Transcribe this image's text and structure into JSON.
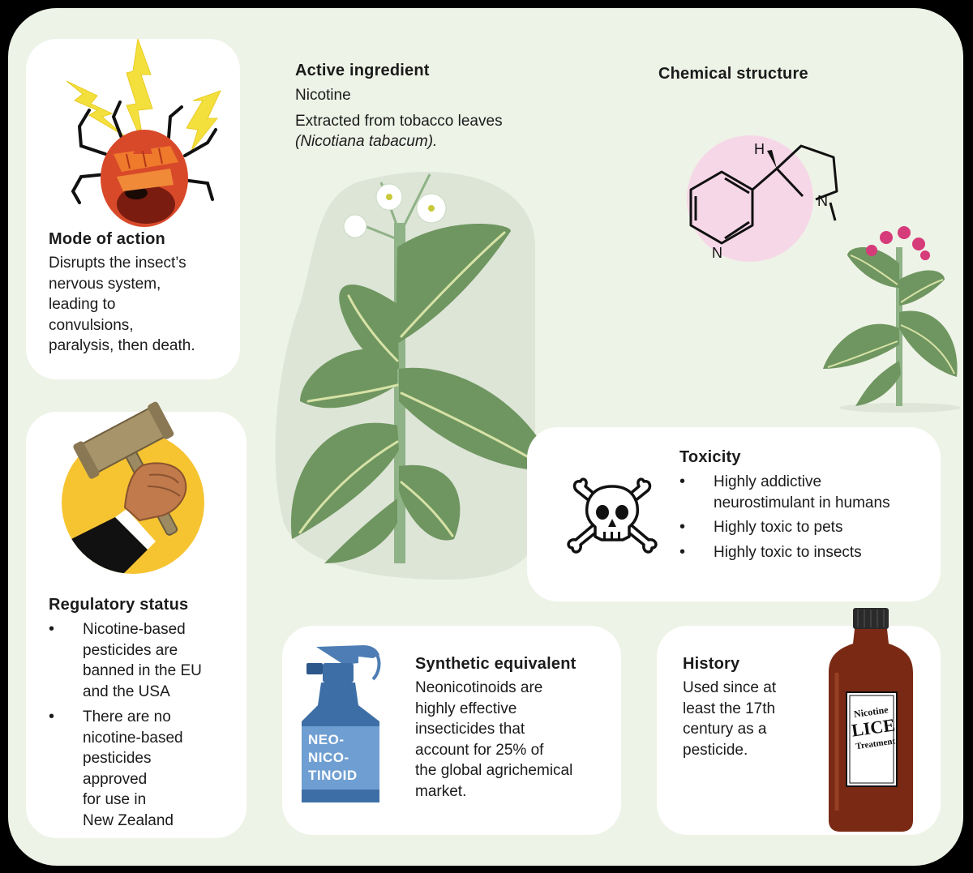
{
  "mode_of_action": {
    "heading": "Mode of action",
    "text_lines": [
      "Disrupts the insect’s",
      "nervous system,",
      "leading to",
      "convulsions,",
      "paralysis, then death."
    ]
  },
  "active_ingredient": {
    "heading": "Active ingredient",
    "name": "Nicotine",
    "source_line1": "Extracted from tobacco leaves",
    "source_line2": "(Nicotiana tabacum)."
  },
  "chemical_structure": {
    "heading": "Chemical structure",
    "atoms": {
      "h": "H",
      "n_ring": "N",
      "n_pyridine": "N"
    }
  },
  "toxicity": {
    "heading": "Toxicity",
    "items": [
      {
        "line1": "Highly addictive",
        "line2": "neurostimulant in humans"
      },
      {
        "line1": "Highly toxic to pets"
      },
      {
        "line1": "Highly toxic to insects"
      }
    ]
  },
  "regulatory_status": {
    "heading": "Regulatory status",
    "items": [
      {
        "lines": [
          "Nicotine-based",
          "pesticides are",
          "banned in the EU",
          "and the USA"
        ]
      },
      {
        "lines": [
          "There are no",
          "nicotine-based",
          "pesticides",
          "approved",
          "for use in",
          "New Zealand"
        ]
      }
    ]
  },
  "synthetic_equivalent": {
    "heading": "Synthetic equivalent",
    "text_lines": [
      "Neonicotinoids are",
      "highly effective",
      "insecticides that",
      "account for 25% of",
      "the global agrichemical",
      "market."
    ],
    "bottle_label": [
      "NEO-",
      "NICO-",
      "TINOID"
    ]
  },
  "history": {
    "heading": "History",
    "text_lines": [
      "Used since at",
      "least the 17th",
      "century as a",
      "pesticide."
    ],
    "bottle_label": [
      "Nicotine",
      "LICE",
      "Treatment"
    ]
  },
  "colors": {
    "panel": "#eef3e7",
    "leaf": "#6f9660",
    "leaf_vein": "#d7e2a6",
    "bolt": "#f4e03d",
    "beetle": "#d8492a",
    "gavel_circle": "#f6c431",
    "molecule_circle": "#f6d7e7",
    "spray_blue": "#3d6fa6",
    "bottle_brown": "#7a2a14"
  },
  "icons": [
    "lightning-icon",
    "beetle-icon",
    "gavel-icon",
    "skull-crossbones-icon",
    "spray-bottle-icon",
    "lice-bottle-icon",
    "tobacco-plant-icon"
  ]
}
